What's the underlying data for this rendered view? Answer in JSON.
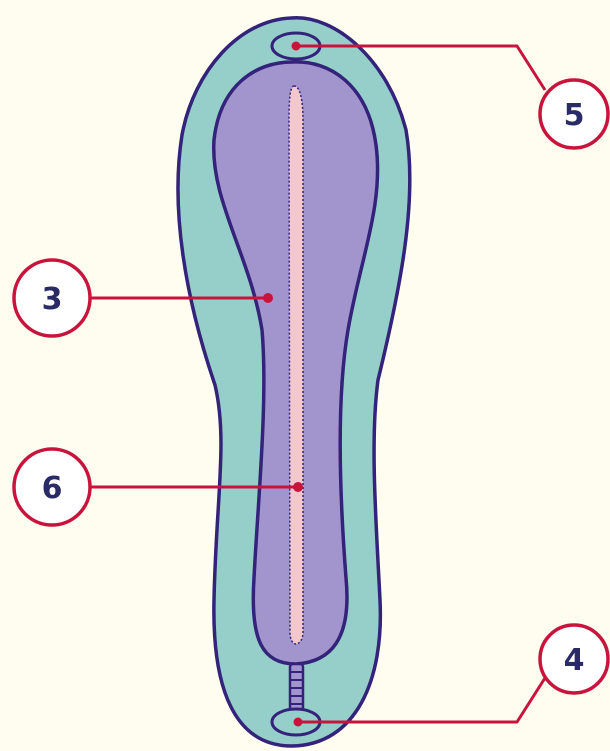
{
  "colors": {
    "background": "#fefdf0",
    "outer_body_fill": "#96cfc9",
    "outline": "#33237a",
    "inner_body_fill": "#a295cd",
    "center_strip_fill": "#f2c8cc",
    "leader_line": "#c8143c",
    "callout_circle_fill": "#ffffff",
    "callout_text": "#2a2a66"
  },
  "callouts": [
    {
      "id": "callout-5",
      "label": "5"
    },
    {
      "id": "callout-3",
      "label": "3"
    },
    {
      "id": "callout-6",
      "label": "6"
    },
    {
      "id": "callout-4",
      "label": "4"
    }
  ]
}
